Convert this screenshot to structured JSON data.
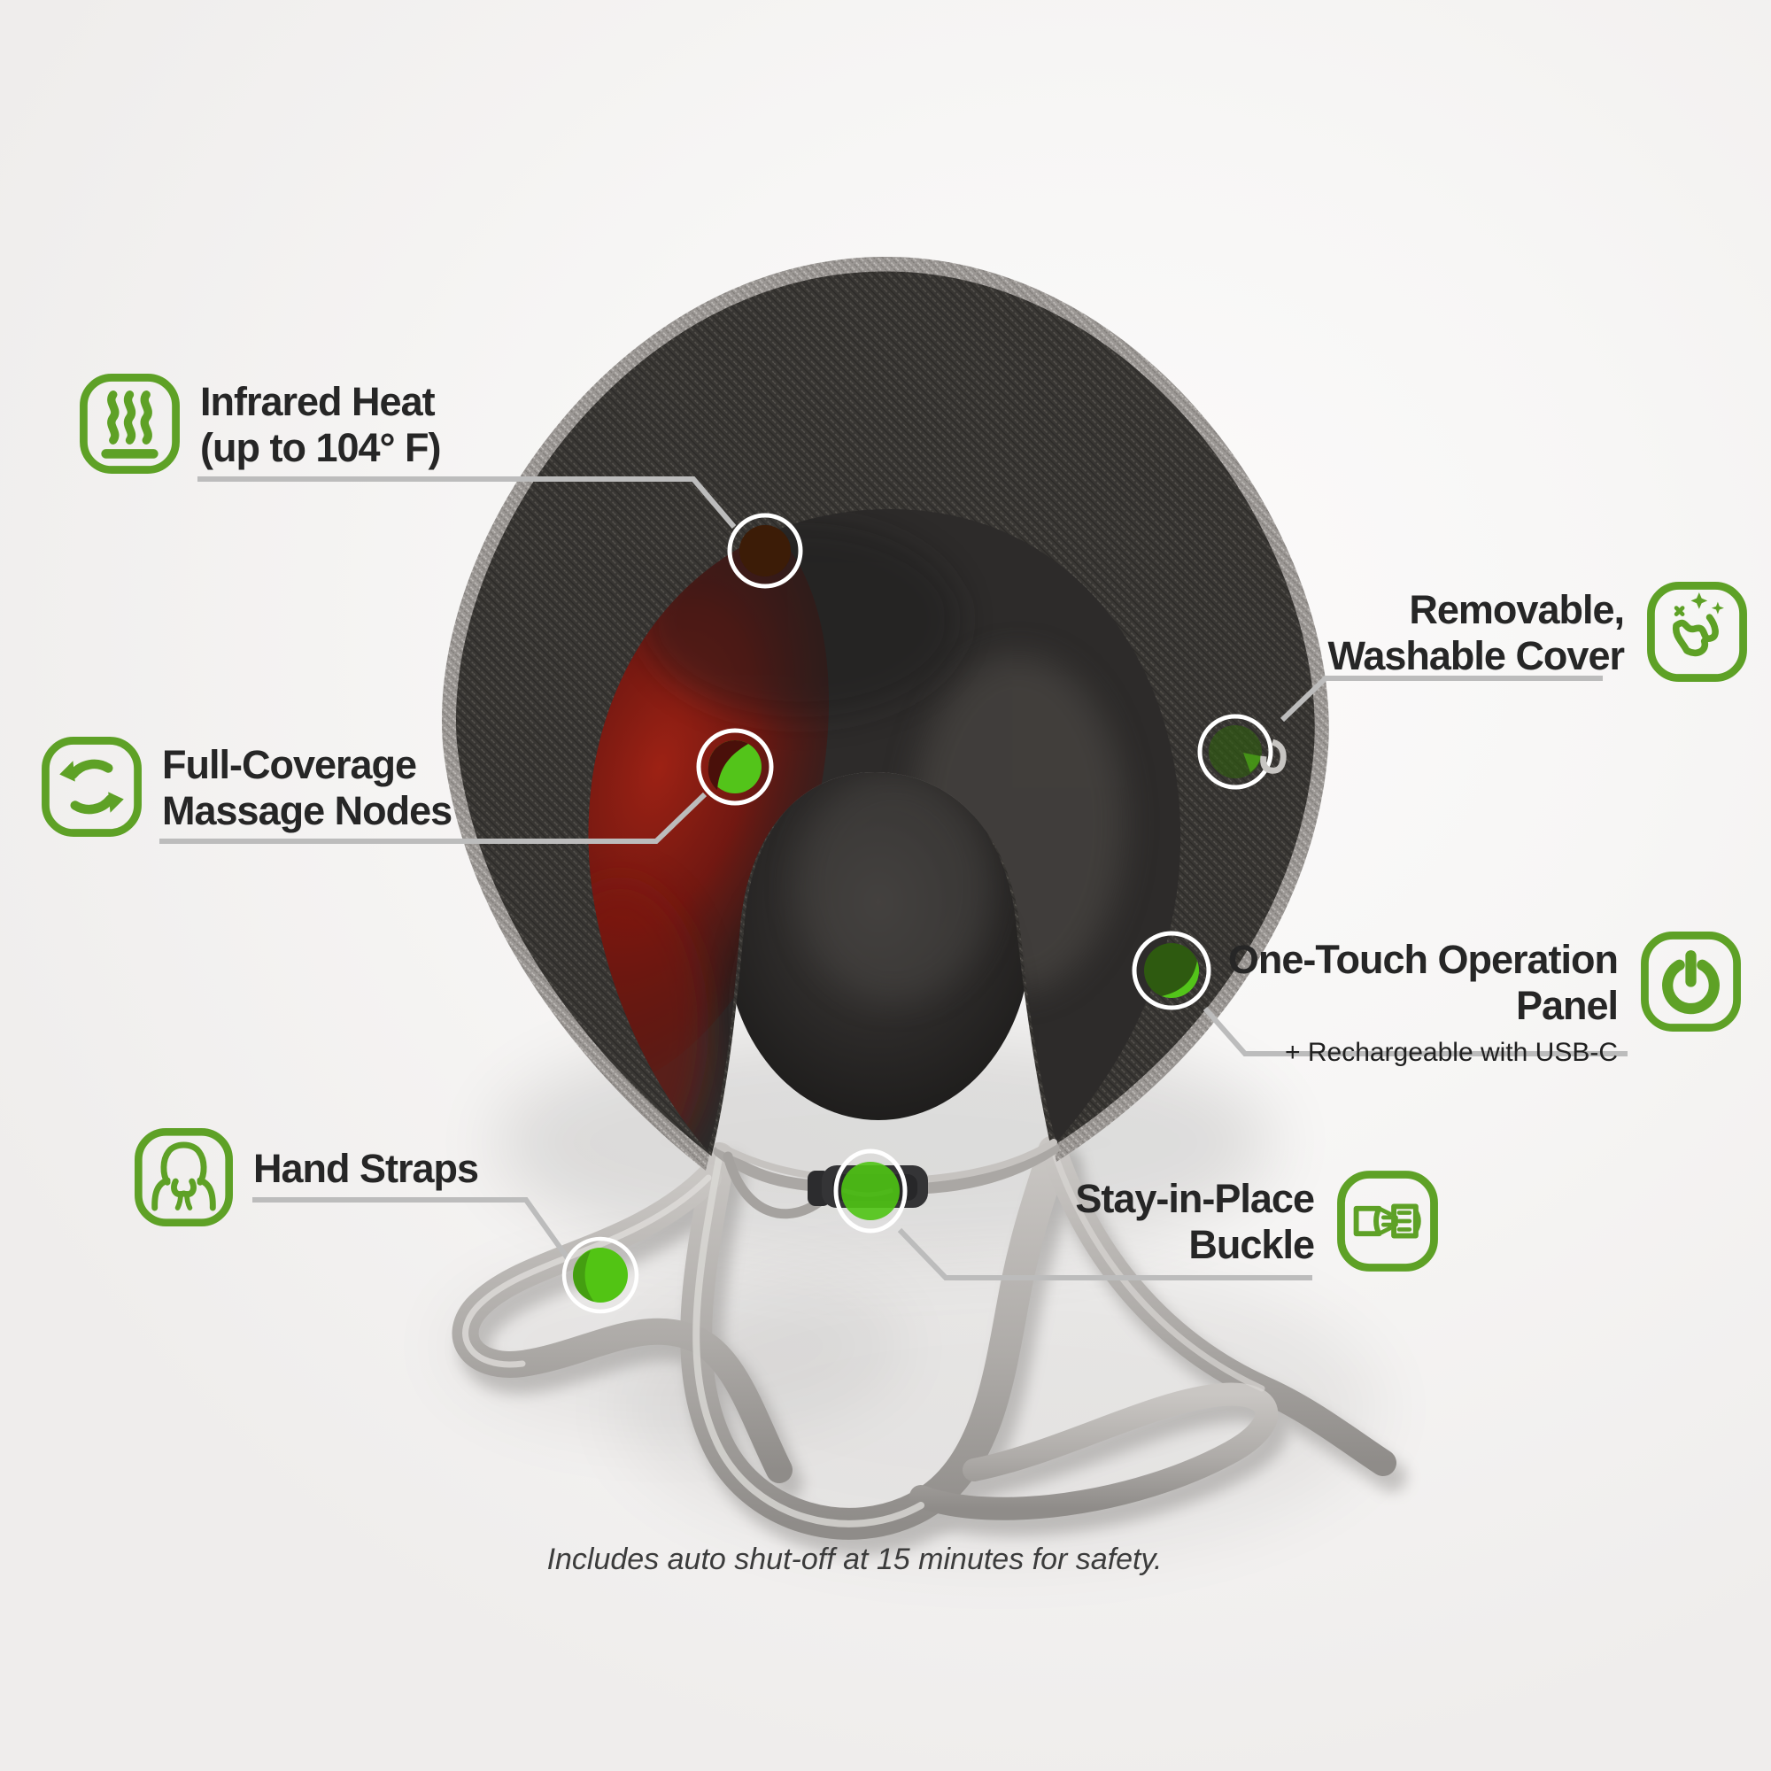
{
  "product": "neck massager feature diagram",
  "colors": {
    "icon_green": "#5ea126",
    "marker_green": "#53c41a",
    "marker_dark_green": "#2f5b10",
    "infrared_dot": "#3e1507",
    "callout_line": "#bcbcbc",
    "label_text": "#262626",
    "pillow_rim": "#9b9795",
    "pillow_fabric": "#393734",
    "inner_cavity": "#2d2b2a",
    "heat_glow_red": "#8f1a10",
    "strap_gray": "#b2afac",
    "background": "#f5f4f3"
  },
  "labels": {
    "infrared": {
      "icon": "heat-waves-icon",
      "lines": [
        "Infrared Heat",
        "(up to 104° F)"
      ]
    },
    "massage": {
      "icon": "cycle-arrows-icon",
      "lines": [
        "Full-Coverage",
        "Massage Nodes"
      ]
    },
    "cover": {
      "icon": "sparkle-clean-icon",
      "lines": [
        "Removable,",
        "Washable Cover"
      ]
    },
    "panel": {
      "icon": "power-icon",
      "lines": [
        "One-Touch Operation",
        "Panel"
      ],
      "subtitle": "+ Rechargeable with USB-C"
    },
    "straps": {
      "icon": "person-wearing-pillow-icon",
      "lines": [
        "Hand Straps"
      ]
    },
    "buckle": {
      "icon": "side-release-buckle-icon",
      "lines": [
        "Stay-in-Place",
        "Buckle"
      ]
    }
  },
  "footnote": "Includes auto shut-off at 15 minutes for safety."
}
